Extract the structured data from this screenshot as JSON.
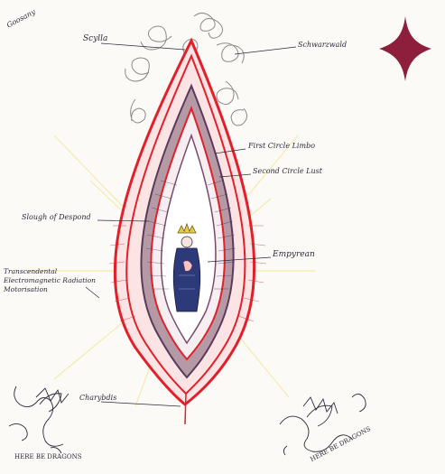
{
  "signature": "Goosany",
  "labels": {
    "scylla": "Scylla",
    "schwarzwald": "Schwarzwald",
    "first_circle": "First Circle Limbo",
    "second_circle": "Second Circle Lust",
    "slough": "Slough of Despond",
    "empyrean": "Empyrean",
    "radiation_line1": "Transcendental",
    "radiation_line2": "Electromagnetic Radiation",
    "radiation_line3": "Motorisation",
    "charybdis": "Charybdis"
  },
  "dragon_captions": {
    "left": "HERE BE DRAGONS",
    "right": "HERE BE DRAGONS"
  },
  "colors": {
    "ink": "#2c2a3a",
    "red": "#e0202a",
    "star": "#8e1f3c",
    "glow": "#f3e79a",
    "paper": "#fbfaf7"
  }
}
